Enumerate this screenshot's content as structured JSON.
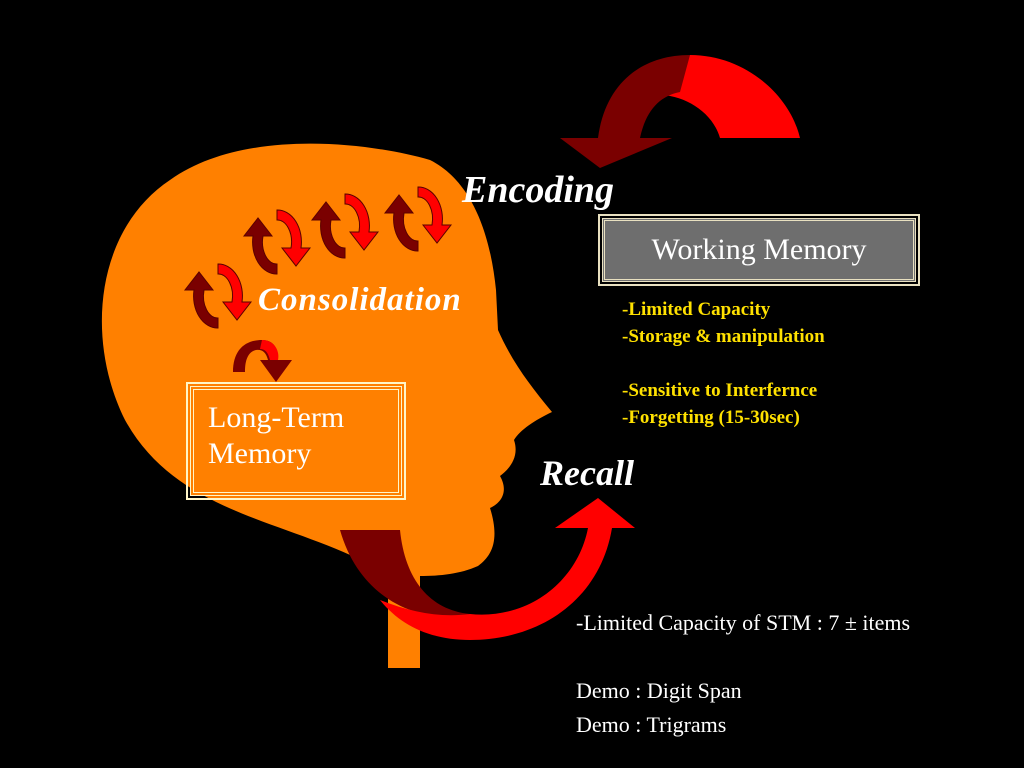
{
  "colors": {
    "background": "#000000",
    "head": "#ff8000",
    "arrow_light": "#ff0000",
    "arrow_dark": "#7a0000",
    "notes_text": "#ffe100",
    "box_fill": "#6e6e6e"
  },
  "labels": {
    "encoding": "Encoding",
    "consolidation": "Consolidation",
    "recall": "Recall"
  },
  "working_memory": {
    "title": "Working Memory",
    "notes": [
      "-Limited Capacity",
      "-Storage & manipulation",
      "",
      "-Sensitive to Interfernce",
      "-Forgetting (15-30sec)"
    ]
  },
  "long_term_memory": {
    "title": "Long-Term Memory"
  },
  "stm_notes": [
    "-Limited Capacity of STM :  7 ± items",
    "",
    "Demo :  Digit Span",
    "Demo :  Trigrams"
  ],
  "icons": [
    "curved-arrow-icon",
    "cycle-arrows-icon",
    "head-silhouette"
  ]
}
